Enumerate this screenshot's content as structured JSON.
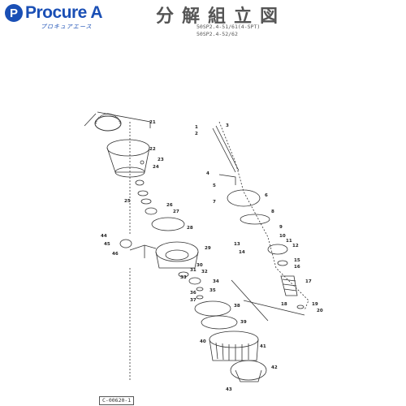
{
  "header": {
    "logo_mark": "P",
    "logo_text": "Procure A",
    "logo_sub": "プロキュアエース",
    "title": "分解組立図",
    "model_line_1": "50SP2.4-51/61(4-SPT)",
    "model_line_2": "50SP2.4-52/62"
  },
  "footer": {
    "drawing_code": "C-00620-1"
  },
  "parts": {
    "p1": "1",
    "p2": "2",
    "p3": "3",
    "p4": "4",
    "p5": "5",
    "p6": "6",
    "p7": "7",
    "p8": "8",
    "p9": "9",
    "p10": "10",
    "p11": "11",
    "p12": "12",
    "p13": "13",
    "p14": "14",
    "p15": "15",
    "p16": "16",
    "p17": "17",
    "p18": "18",
    "p19": "19",
    "p20": "20",
    "p21": "21",
    "p22": "22",
    "p23": "23",
    "p24": "24",
    "p25": "25",
    "p26": "26",
    "p27": "27",
    "p28": "28",
    "p29": "29",
    "p30": "30",
    "p31": "31",
    "p32": "32",
    "p33": "33",
    "p34": "34",
    "p35": "35",
    "p36": "36",
    "p37": "37",
    "p38": "38",
    "p39": "39",
    "p40": "40",
    "p41": "41",
    "p42": "42",
    "p43": "43",
    "p44": "44",
    "p45": "45",
    "p46": "46"
  }
}
